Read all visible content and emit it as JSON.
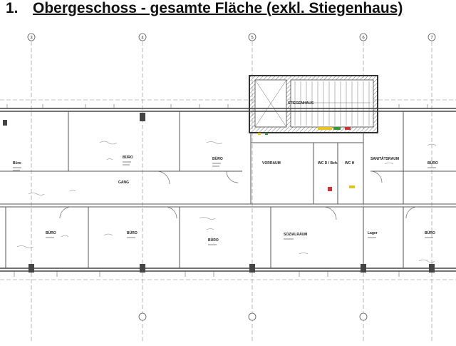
{
  "heading": {
    "number": "1.",
    "title": "Obergeschoss - gesamte Fläche (exkl. Stiegenhaus)"
  },
  "grid_axes": [
    "3",
    "4",
    "5",
    "6",
    "7"
  ],
  "rooms": [
    {
      "id": "buero-a",
      "label": "Büro"
    },
    {
      "id": "gang",
      "label": "GANG"
    },
    {
      "id": "buero-b",
      "label": "BÜRO"
    },
    {
      "id": "buero-c",
      "label": "BÜRO"
    },
    {
      "id": "stiegenhaus",
      "label": "STIEGENHAUS"
    },
    {
      "id": "vorraum",
      "label": "VORRAUM"
    },
    {
      "id": "wc-d",
      "label": "WC D / Beh."
    },
    {
      "id": "wc-h",
      "label": "WC H"
    },
    {
      "id": "sanitaet",
      "label": "SANITÄTSRAUM"
    },
    {
      "id": "buero-d",
      "label": "BÜRO"
    },
    {
      "id": "buero-e",
      "label": "BÜRO"
    },
    {
      "id": "buero-f",
      "label": "BÜRO"
    },
    {
      "id": "buero-g",
      "label": "BÜRO"
    },
    {
      "id": "sozialraum",
      "label": "SOZIALRAUM"
    },
    {
      "id": "lager",
      "label": "Lager"
    },
    {
      "id": "buero-h",
      "label": "BÜRO"
    }
  ],
  "colors": {
    "line": "#555555",
    "hatch": "#777777",
    "accent_yellow": "#e8c21a",
    "accent_green": "#3a9a3a",
    "accent_red": "#cc3333"
  }
}
